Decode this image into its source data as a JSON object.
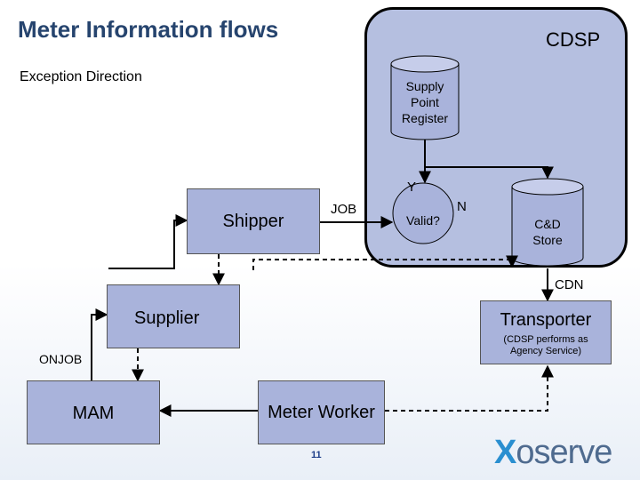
{
  "title": "Meter Information flows",
  "subtitle": "Exception Direction",
  "cdsp": {
    "label": "CDSP"
  },
  "nodes": {
    "supply_point_register": "Supply Point Register",
    "valid": "Valid?",
    "cd_store": "C&D Store",
    "shipper": "Shipper",
    "supplier": "Supplier",
    "transporter": "Transporter",
    "transporter_note": "(CDSP performs as Agency Service)",
    "mam": "MAM",
    "meter_worker": "Meter Worker"
  },
  "flow_labels": {
    "y": "Y",
    "n": "N",
    "job": "JOB",
    "cdn": "CDN",
    "onjob": "ONJOB"
  },
  "footer": {
    "page_number": "11",
    "logo_x": "X",
    "logo_rest": "oserve"
  },
  "colors": {
    "title": "#26446e",
    "box_fill": "#a9b3db",
    "cdsp_fill": "#b5bfe0",
    "logo_accent": "#2a8fd0"
  }
}
